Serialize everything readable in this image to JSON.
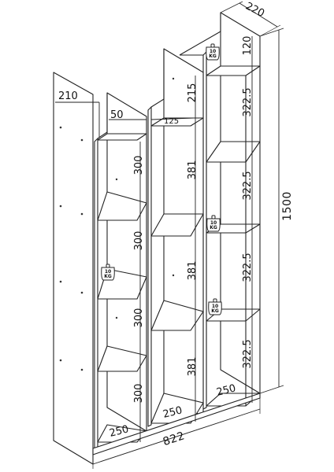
{
  "dimensions": {
    "overall_width": "822",
    "overall_height": "1500",
    "overall_depth": "220",
    "side_depth": "210",
    "inner_offset": "50",
    "mid_offset": "125",
    "left_shelf_spacing": "300",
    "mid_top": "215",
    "mid_shelf_spacing": "381",
    "right_top": "120",
    "right_shelf_spacing": "322.5",
    "left_width": "250",
    "mid_width": "250",
    "right_width": "250"
  },
  "weight_label": {
    "value": "10",
    "unit": "KG"
  }
}
